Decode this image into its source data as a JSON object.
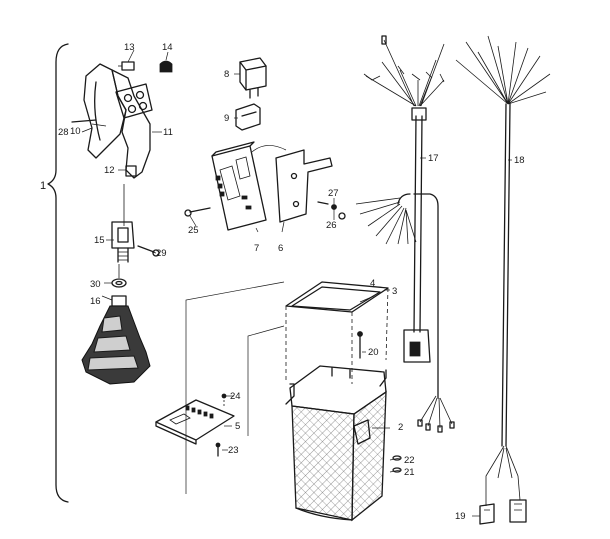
{
  "labels": {
    "p1": "1",
    "p2": "2",
    "p3": "3",
    "p4": "4",
    "p5": "5",
    "p6": "6",
    "p7": "7",
    "p8": "8",
    "p9": "9",
    "p10": "10",
    "p11": "11",
    "p12": "12",
    "p13": "13",
    "p14": "14",
    "p15": "15",
    "p16": "16",
    "p17": "17",
    "p18": "18",
    "p19": "19",
    "p20": "20",
    "p21": "21",
    "p22": "22",
    "p23": "23",
    "p24": "24",
    "p25": "25",
    "p26": "26",
    "p27": "27",
    "p28": "28",
    "p29": "29",
    "p30": "30"
  },
  "colors": {
    "ink": "#1a1a1a",
    "paper": "#ffffff"
  }
}
